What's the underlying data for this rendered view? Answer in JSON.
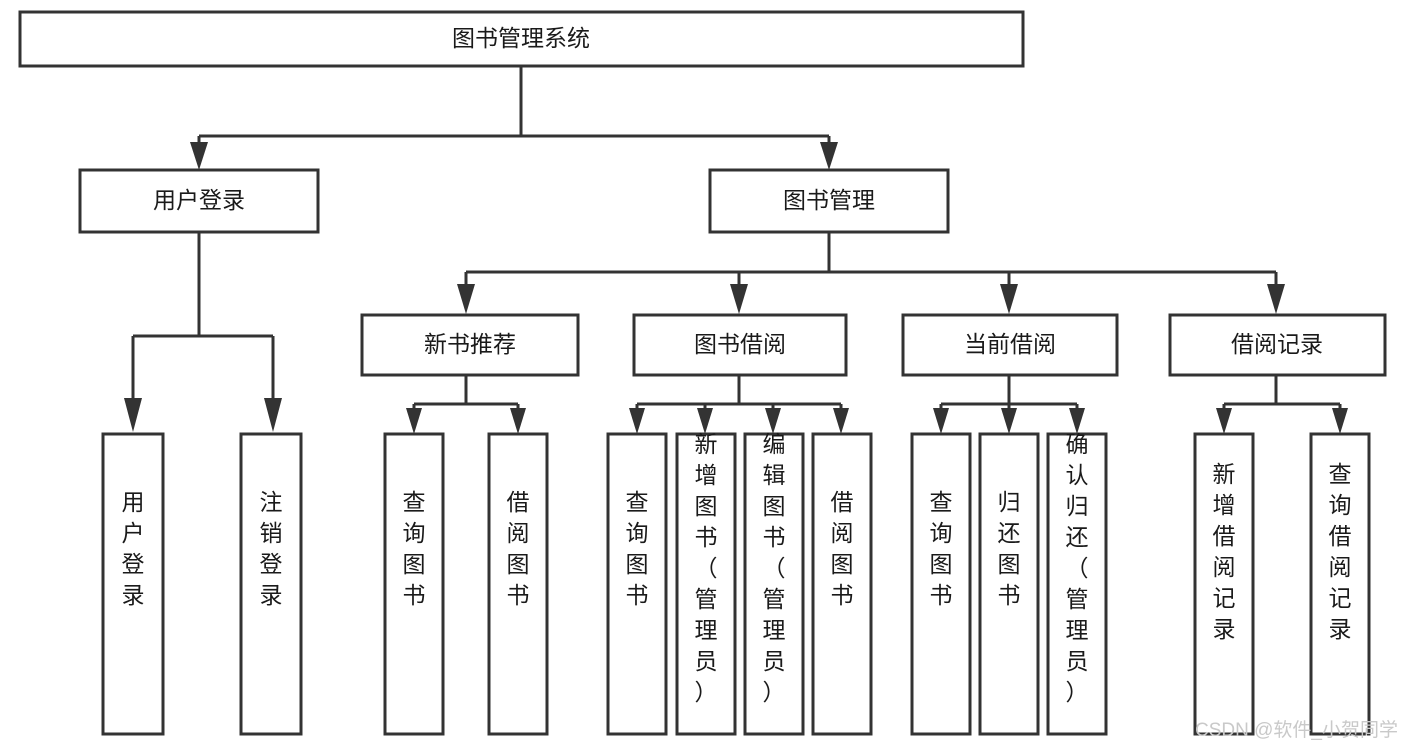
{
  "diagram": {
    "title": "图书管理系统",
    "root": {
      "id": "root",
      "label": "图书管理系统",
      "orientation": "horizontal"
    },
    "level2": [
      {
        "id": "user-login",
        "label": "用户登录",
        "orientation": "horizontal"
      },
      {
        "id": "book-management",
        "label": "图书管理",
        "orientation": "horizontal"
      }
    ],
    "level3": [
      {
        "id": "new-book-recommend",
        "label": "新书推荐",
        "orientation": "horizontal",
        "parent": "book-management"
      },
      {
        "id": "book-borrow",
        "label": "图书借阅",
        "orientation": "horizontal",
        "parent": "book-management"
      },
      {
        "id": "current-borrow",
        "label": "当前借阅",
        "orientation": "horizontal",
        "parent": "book-management"
      },
      {
        "id": "borrow-record",
        "label": "借阅记录",
        "orientation": "horizontal",
        "parent": "book-management"
      }
    ],
    "leaves": [
      {
        "id": "leaf-user-login",
        "label": "用户登录",
        "orientation": "vertical",
        "parent": "user-login"
      },
      {
        "id": "leaf-user-logout",
        "label": "注销登录",
        "orientation": "vertical",
        "parent": "user-login"
      },
      {
        "id": "leaf-query-book-1",
        "label": "查询图书",
        "orientation": "vertical",
        "parent": "new-book-recommend"
      },
      {
        "id": "leaf-borrow-book-1",
        "label": "借阅图书",
        "orientation": "vertical",
        "parent": "new-book-recommend"
      },
      {
        "id": "leaf-query-book-2",
        "label": "查询图书",
        "orientation": "vertical",
        "parent": "book-borrow"
      },
      {
        "id": "leaf-add-book",
        "label": "新增图书（管理员）",
        "orientation": "vertical",
        "parent": "book-borrow"
      },
      {
        "id": "leaf-edit-book",
        "label": "编辑图书（管理员）",
        "orientation": "vertical",
        "parent": "book-borrow"
      },
      {
        "id": "leaf-borrow-book-2",
        "label": "借阅图书",
        "orientation": "vertical",
        "parent": "book-borrow"
      },
      {
        "id": "leaf-query-book-3",
        "label": "查询图书",
        "orientation": "vertical",
        "parent": "current-borrow"
      },
      {
        "id": "leaf-return-book",
        "label": "归还图书",
        "orientation": "vertical",
        "parent": "current-borrow"
      },
      {
        "id": "leaf-confirm-return",
        "label": "确认归还（管理员）",
        "orientation": "vertical",
        "parent": "current-borrow"
      },
      {
        "id": "leaf-add-record",
        "label": "新增借阅记录",
        "orientation": "vertical",
        "parent": "borrow-record"
      },
      {
        "id": "leaf-query-record",
        "label": "查询借阅记录",
        "orientation": "vertical",
        "parent": "borrow-record"
      }
    ]
  },
  "watermark": {
    "text": "CSDN @软件_小贺同学"
  },
  "colors": {
    "stroke": "#333333",
    "fill": "#ffffff",
    "text": "#1a1a1a",
    "watermark": "#c9c9c9"
  }
}
